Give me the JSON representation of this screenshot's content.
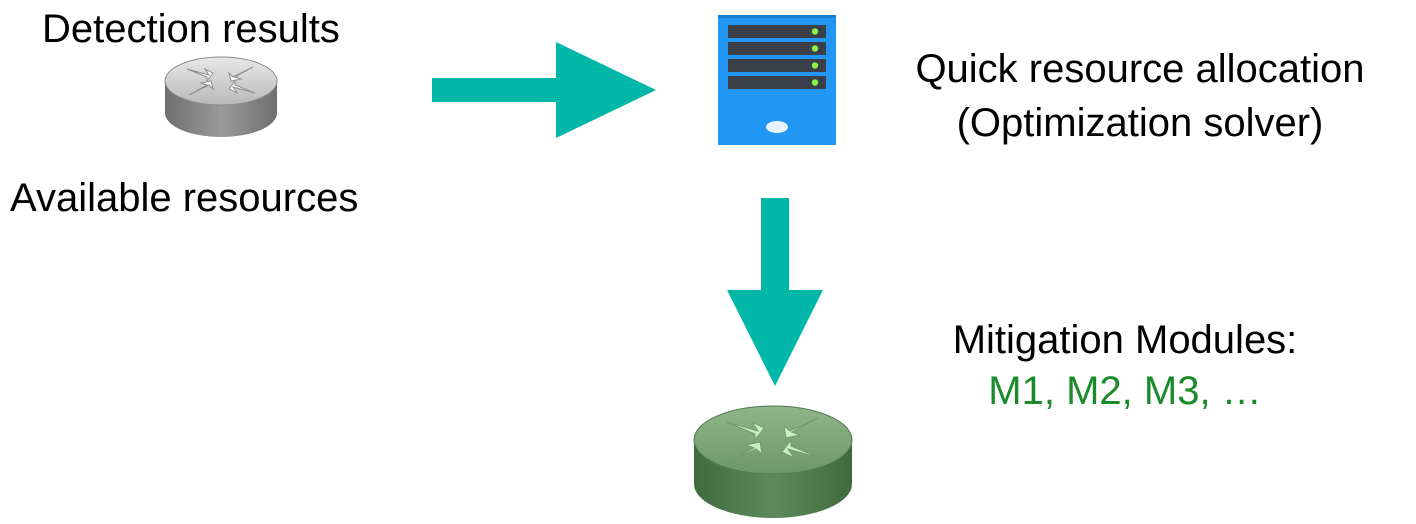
{
  "labels": {
    "detection_results": "Detection results",
    "available_resources": "Available resources",
    "allocation_line1": "Quick resource allocation",
    "allocation_line2": "(Optimization solver)",
    "mitigation_title": "Mitigation Modules:",
    "mitigation_modules": "M1, M2, M3, …"
  },
  "icons": {
    "input_router": "router-icon",
    "server": "server-icon",
    "output_router": "router-icon",
    "arrow_right": "arrow-right-icon",
    "arrow_down": "arrow-down-icon"
  },
  "colors": {
    "arrow": "#00b7a8",
    "modules_text": "#1a8a2a",
    "server_body": "#2196f3",
    "gray_router": "#8c8c8c",
    "green_router": "#5c8c5a"
  }
}
